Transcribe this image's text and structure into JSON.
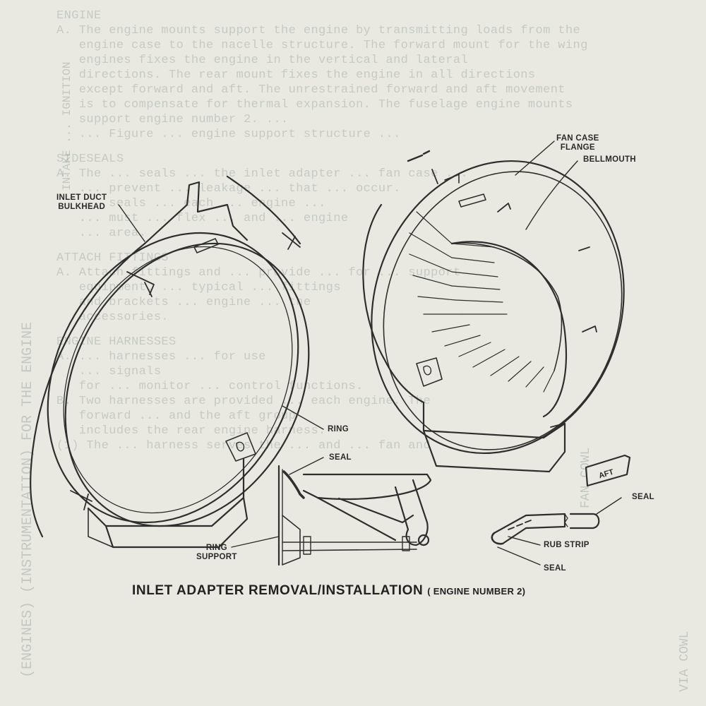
{
  "figure": {
    "caption": "INLET ADAPTER REMOVAL/INSTALLATION",
    "caption_sub": "( ENGINE NUMBER 2)",
    "labels": {
      "inlet_duct_bulkhead": "INLET DUCT\nBULKHEAD",
      "fan_case_flange": "FAN CASE\nFLANGE",
      "bellmouth": "BELLMOUTH",
      "ring": "RING",
      "seal_top": "SEAL",
      "ring_support": "RING\nSUPPORT",
      "seal_right": "SEAL",
      "rub_strip": "RUB STRIP",
      "seal_bottom": "SEAL",
      "aft": "AFT"
    }
  },
  "bleed_through": {
    "lines": [
      "ENGINE",
      "A. The engine mounts support the engine by transmitting loads from the",
      "   engine case to the nacelle structure. The forward mount for the wing",
      "   engines fixes the engine in the vertical and lateral",
      "   directions. The rear mount fixes the engine in all directions",
      "   except forward and aft. The unrestrained forward and aft movement",
      "   is to compensate for thermal expansion. The fuselage engine mounts",
      "   support engine number 2. ...",
      "   ... Figure ... engine support structure ...",
      "SIDESEALS",
      "A. The ... seals ... the inlet adapter ... fan case ...",
      "   ... prevent ... leakage ... that ... occur.",
      "   ... seals ... each ... engine ...",
      "   ... must ... flex ... and ... engine",
      "   ... area.",
      "ATTACH FITTINGS",
      "A. Attach fittings and ... provide ... for ... support",
      "   equipment. ... typical ... fittings",
      "   and brackets ... engine ... the",
      "   accessories.",
      "ENGINE HARNESSES",
      "A. ... harnesses ... for use",
      "   ... signals",
      "   for ... monitor ... control functions.",
      "B. Two harnesses are provided ... each engine. The",
      "   forward ... and the aft group",
      "   includes the rear engine harness.",
      "(1) The ... harness serves the ... and ... fan and"
    ],
    "vertical_left": "(ENGINES) (INSTRUMENTATION) FOR THE ENGINE",
    "vertical_left_2": "INTAKE ... IGNITION",
    "vertical_right": "FAN COWL",
    "vertical_right_2": "VIA COWL"
  }
}
